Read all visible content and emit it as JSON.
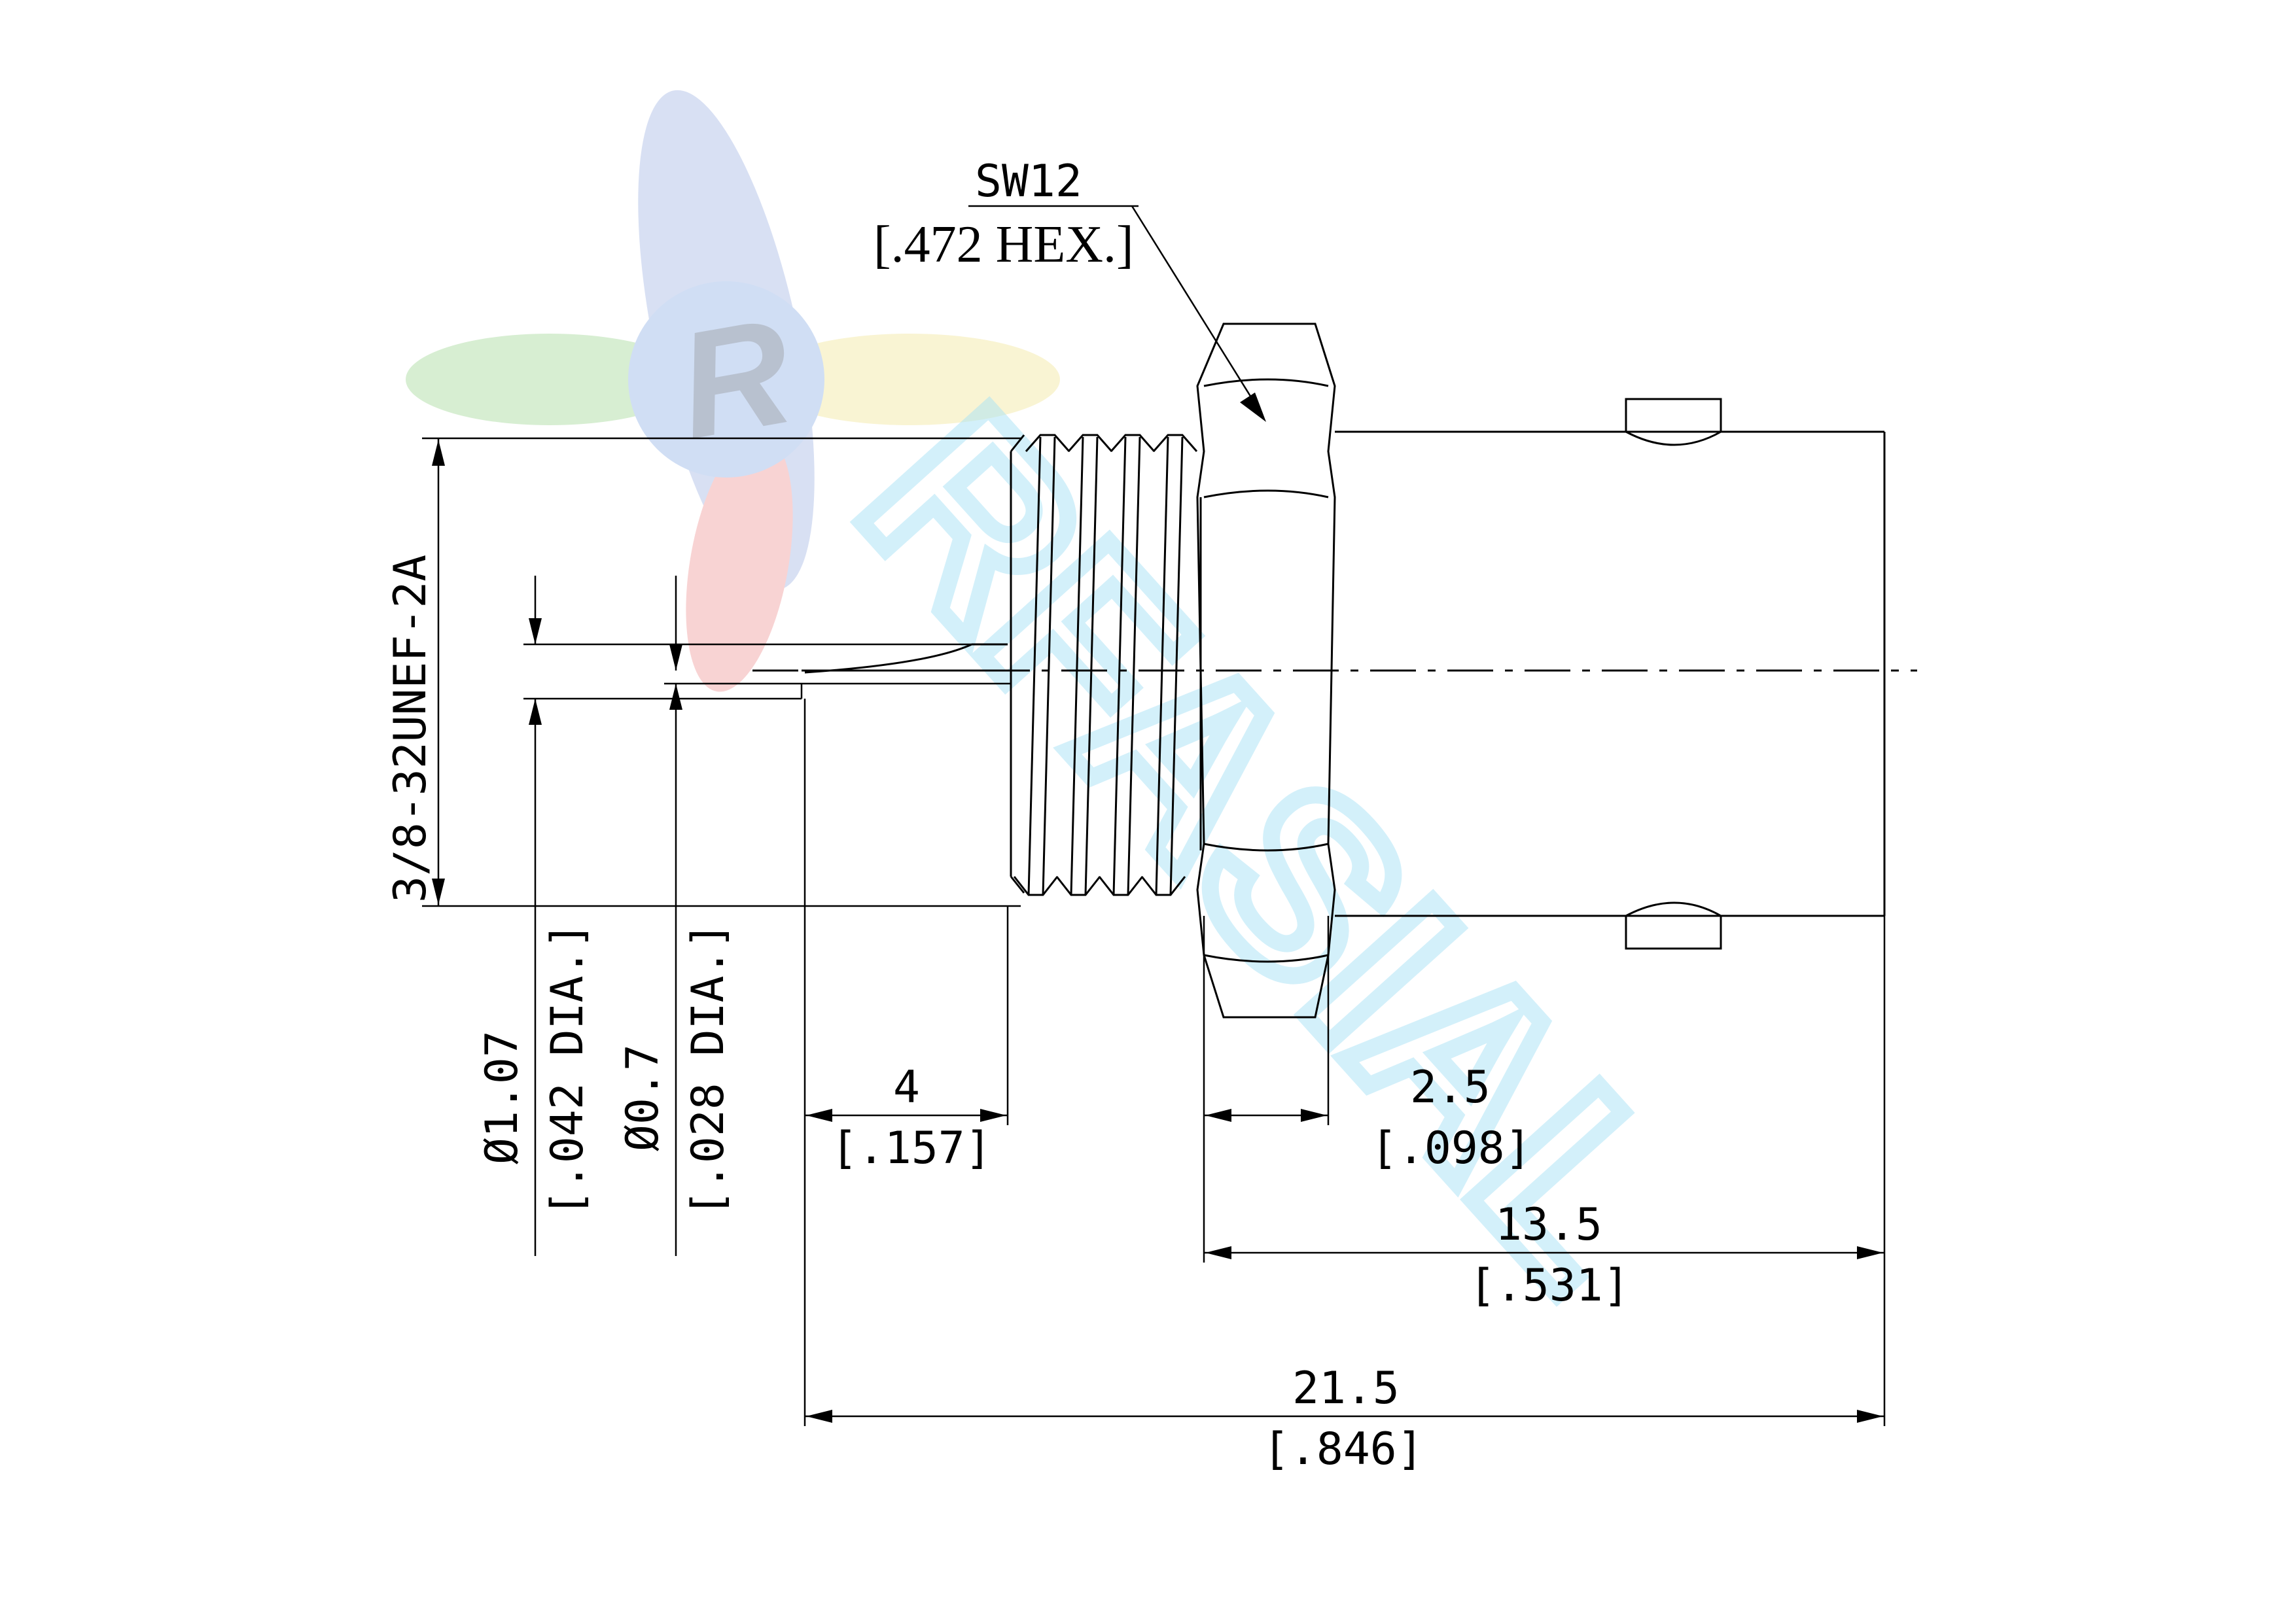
{
  "watermark": {
    "logo_letter": "R",
    "text": "RFASIAL",
    "colors": {
      "blue": "#9fb3e0",
      "red": "#f0a0a0",
      "green": "#a8d8a0",
      "yellow": "#f2e6a0",
      "cyan": "#bfe9f7"
    }
  },
  "hex_callout": {
    "size": "SW12",
    "hex": "[.472 HEX.]"
  },
  "thread_spec": "3/8-32UNEF-2A",
  "diameters": [
    {
      "value": "Ø1.07",
      "inch": "[.042 DIA.]"
    },
    {
      "value": "Ø0.7",
      "inch": "[.028 DIA.]"
    }
  ],
  "dimensions": {
    "thread_length": {
      "value": "4",
      "inch": "[.157]"
    },
    "hex_width": {
      "value": "2.5",
      "inch": "[.098]"
    },
    "body_length": {
      "value": "13.5",
      "inch": "[.531]"
    },
    "overall_length": {
      "value": "21.5",
      "inch": "[.846]"
    }
  }
}
